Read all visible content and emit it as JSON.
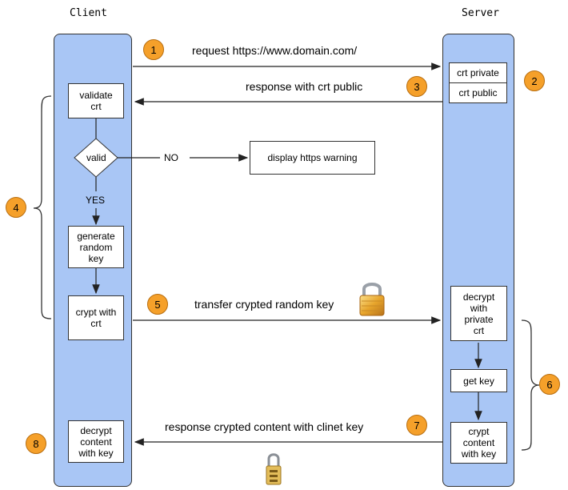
{
  "lanes": {
    "client": "Client",
    "server": "Server"
  },
  "messages": {
    "m1": "request https://www.domain.com/",
    "m3": "response with crt public",
    "m5": "transfer crypted random key",
    "m7": "response crypted content with clinet key"
  },
  "client_steps": {
    "validate": "validate\ncrt",
    "decision": "valid",
    "no": "NO",
    "yes": "YES",
    "warning": "display https warning",
    "generate": "generate\nrandom\nkey",
    "crypt": "crypt with\ncrt",
    "decrypt": "decrypt\ncontent\nwith key"
  },
  "server_steps": {
    "crt_private": "crt private",
    "crt_public": "crt public",
    "decrypt": "decrypt\nwith\nprivate\ncrt",
    "get_key": "get key",
    "crypt": "crypt\ncontent\nwith key"
  },
  "badges": [
    "1",
    "2",
    "3",
    "4",
    "5",
    "6",
    "7",
    "8"
  ],
  "colors": {
    "lane_fill": "#a9c6f5",
    "badge_fill": "#f5a02a"
  },
  "icons": {
    "lock_open": "lock-icon-gold",
    "lock_closed": "padlock-icon"
  }
}
